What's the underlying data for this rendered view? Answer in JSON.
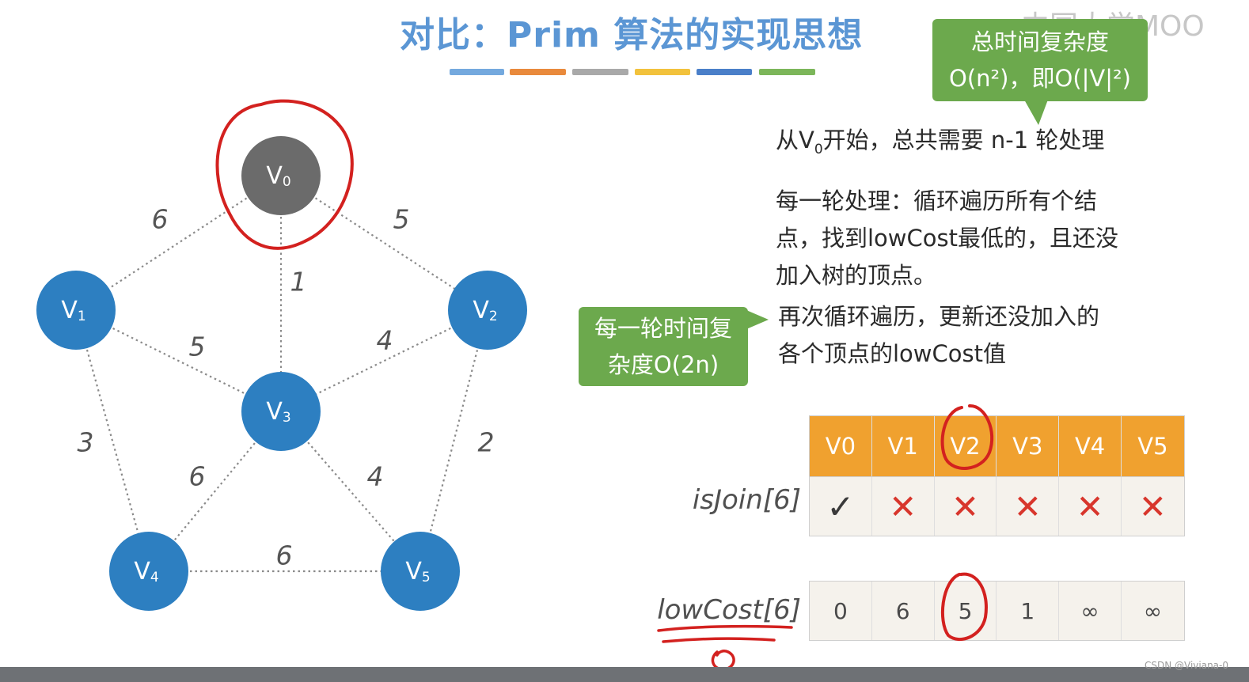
{
  "slide": {
    "title": "对比：Prim 算法的实现思想",
    "title_bar_colors": [
      "#74a9de",
      "#e98a3c",
      "#a9a9a9",
      "#f2c23c",
      "#4a7fc9",
      "#7cb65a"
    ],
    "watermark": "中国大学MOO"
  },
  "graph": {
    "vertices": [
      {
        "id": "V0",
        "base": "V",
        "sub": "0",
        "state": "joined"
      },
      {
        "id": "V1",
        "base": "V",
        "sub": "1",
        "state": "pending"
      },
      {
        "id": "V2",
        "base": "V",
        "sub": "2",
        "state": "pending"
      },
      {
        "id": "V3",
        "base": "V",
        "sub": "3",
        "state": "pending"
      },
      {
        "id": "V4",
        "base": "V",
        "sub": "4",
        "state": "pending"
      },
      {
        "id": "V5",
        "base": "V",
        "sub": "5",
        "state": "pending"
      }
    ],
    "edges": [
      {
        "from": "V0",
        "to": "V1",
        "weight": "6"
      },
      {
        "from": "V0",
        "to": "V2",
        "weight": "5"
      },
      {
        "from": "V0",
        "to": "V3",
        "weight": "1"
      },
      {
        "from": "V1",
        "to": "V3",
        "weight": "5"
      },
      {
        "from": "V2",
        "to": "V3",
        "weight": "4"
      },
      {
        "from": "V1",
        "to": "V4",
        "weight": "3"
      },
      {
        "from": "V2",
        "to": "V5",
        "weight": "2"
      },
      {
        "from": "V3",
        "to": "V4",
        "weight": "6"
      },
      {
        "from": "V3",
        "to": "V5",
        "weight": "4"
      },
      {
        "from": "V4",
        "to": "V5",
        "weight": "6"
      }
    ],
    "colors": {
      "joined": "#6b6b6b",
      "pending": "#2d7fc1",
      "edge": "#8a8a8a"
    }
  },
  "callouts": {
    "total_line1": "总时间复杂度",
    "total_line2": "O(n²)，即O(|V|²)",
    "round_line1": "每一轮时间复",
    "round_line2": "杂度O(2n)",
    "color": "#6ca94d"
  },
  "text": {
    "start_before": "从V",
    "start_sub": "0",
    "start_after": "开始，总共需要 n-1 轮处理",
    "round_line1": "每一轮处理：循环遍历所有个结",
    "round_line2": "点，找到lowCost最低的，且还没",
    "round_line3": "加入树的顶点。",
    "update_line1": "再次循环遍历，更新还没加入的",
    "update_line2": "各个顶点的lowCost值"
  },
  "table": {
    "headers": [
      "V0",
      "V1",
      "V2",
      "V3",
      "V4",
      "V5"
    ],
    "isJoin_label": "isJoin[6]",
    "isJoin": [
      "✓",
      "✕",
      "✕",
      "✕",
      "✕",
      "✕"
    ],
    "lowCost_label": "lowCost[6]",
    "lowCost": [
      "0",
      "6",
      "5",
      "1",
      "∞",
      "∞"
    ],
    "header_color": "#f0a12f"
  },
  "footer": {
    "credit": "CSDN @Viviana-0"
  }
}
